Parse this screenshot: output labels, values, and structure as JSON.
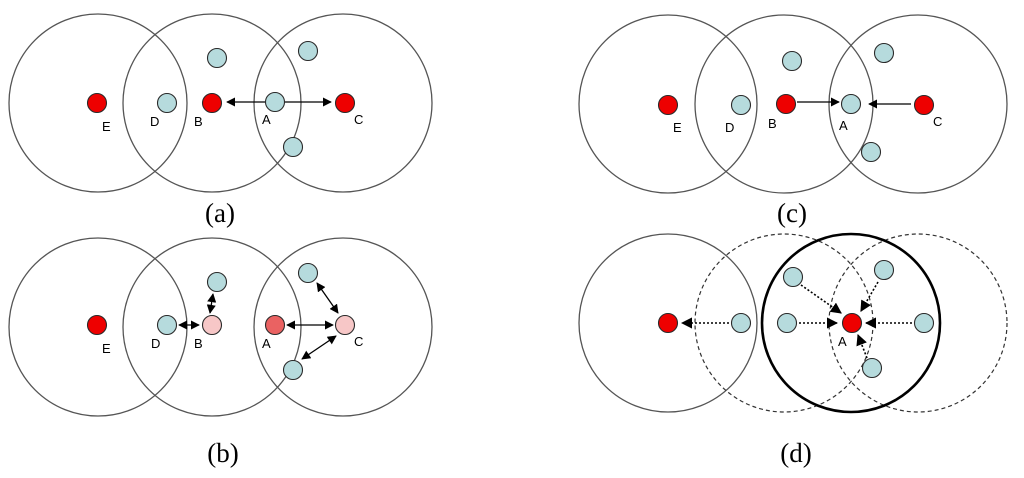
{
  "colors": {
    "active_node": "#ee0000",
    "faded_node": "#f7c7c7",
    "medium_node": "#ea6262",
    "relay_node": "#b6dbdd",
    "outline": "#2a2a2a"
  },
  "panels": {
    "a": {
      "caption": "(a)",
      "labels": {
        "E": "E",
        "D": "D",
        "B": "B",
        "A": "A",
        "C": "C"
      }
    },
    "b": {
      "caption": "(b)",
      "labels": {
        "E": "E",
        "D": "D",
        "B": "B",
        "A": "A",
        "C": "C"
      }
    },
    "c": {
      "caption": "(c)",
      "labels": {
        "E": "E",
        "D": "D",
        "B": "B",
        "A": "A",
        "C": "C"
      }
    },
    "d": {
      "caption": "(d)",
      "labels": {
        "A": "A"
      }
    }
  }
}
